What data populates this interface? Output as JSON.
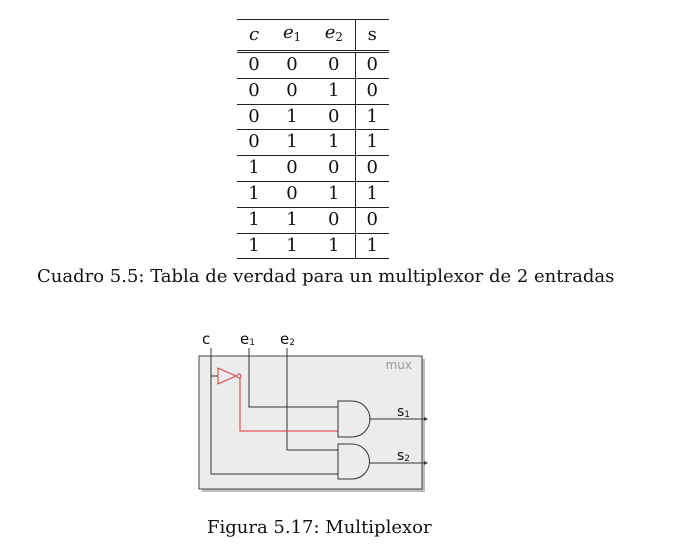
{
  "table": {
    "headers": [
      {
        "base": "c",
        "sub": ""
      },
      {
        "base": "e",
        "sub": "1"
      },
      {
        "base": "e",
        "sub": "2"
      },
      {
        "base": "s",
        "sub": ""
      }
    ],
    "rows": [
      [
        "0",
        "0",
        "0",
        "0"
      ],
      [
        "0",
        "0",
        "1",
        "0"
      ],
      [
        "0",
        "1",
        "0",
        "1"
      ],
      [
        "0",
        "1",
        "1",
        "1"
      ],
      [
        "1",
        "0",
        "0",
        "0"
      ],
      [
        "1",
        "0",
        "1",
        "1"
      ],
      [
        "1",
        "1",
        "0",
        "0"
      ],
      [
        "1",
        "1",
        "1",
        "1"
      ]
    ]
  },
  "table_caption": "Cuadro 5.5: Tabla de verdad para un multiplexor de 2 entradas",
  "diagram": {
    "input_c": "c",
    "input_e1": "e",
    "input_e1_sub": "1",
    "input_e2": "e",
    "input_e2_sub": "2",
    "box_label": "mux",
    "output_s1": "s",
    "output_s1_sub": "1",
    "output_s2": "s",
    "output_s2_sub": "2",
    "colors": {
      "box_fill": "#ececec",
      "box_border": "#444444",
      "wire": "#333333",
      "highlight": "#e0393e",
      "label_gray": "#9a9a9a"
    }
  },
  "figure_caption": "Figura 5.17: Multiplexor"
}
